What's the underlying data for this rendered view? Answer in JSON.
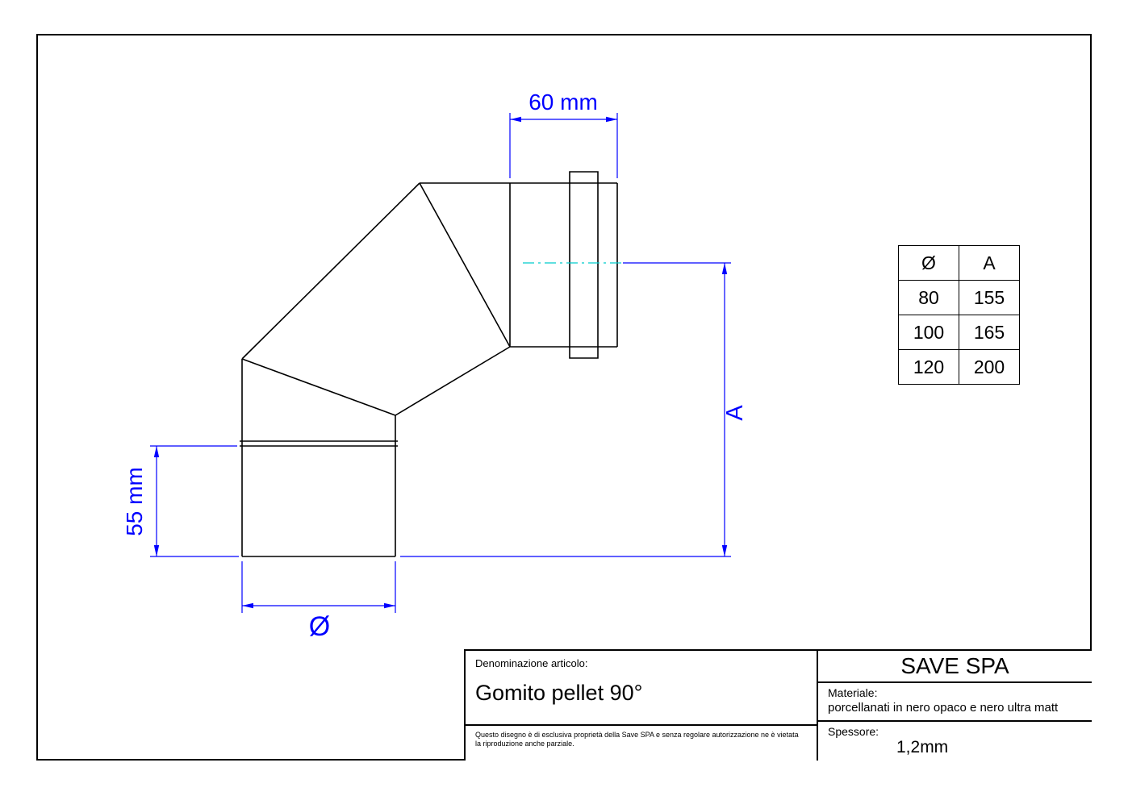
{
  "colors": {
    "dimension_accent": "#0000ff",
    "centerline": "#00cccc",
    "line": "#000000"
  },
  "dimensions": {
    "top": "60 mm",
    "right": "A",
    "left": "55 mm",
    "bottom": "Ø"
  },
  "size_table": {
    "headers": [
      "Ø",
      "A"
    ],
    "rows": [
      [
        "80",
        "155"
      ],
      [
        "100",
        "165"
      ],
      [
        "120",
        "200"
      ]
    ]
  },
  "title_block": {
    "denomination_label": "Denominazione articolo:",
    "denomination_value": "Gomito pellet 90°",
    "company": "SAVE SPA",
    "material_label": "Materiale:",
    "material_value": "porcellanati in nero opaco e nero ultra matt",
    "thickness_label": "Spessore:",
    "thickness_value": "1,2mm",
    "disclaimer_line1": "Questo disegno è di esclusiva proprietà della Save SPA e senza regolare autorizzazione ne è vietata",
    "disclaimer_line2": "la riproduzione anche parziale."
  }
}
